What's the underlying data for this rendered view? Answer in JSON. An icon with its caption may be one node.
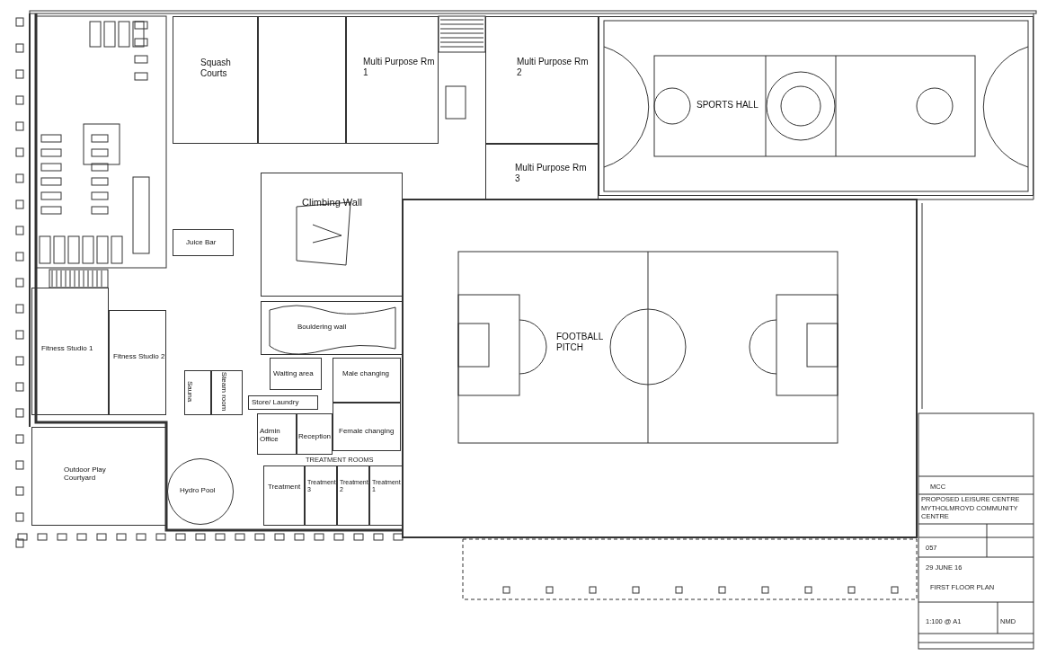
{
  "diagram": {
    "nodes": [
      {
        "text": [
          "Squash Courts"
        ]
      },
      {
        "text": [],
        "shape": "box"
      },
      {
        "text": [
          "Multi Purpose Rm 1"
        ]
      },
      {
        "text": [
          "Multi Purpose Rm 2"
        ]
      },
      {
        "text": [
          "Multi Purpose Rm 3"
        ]
      },
      {
        "text": [
          "SPORTS HALL"
        ]
      },
      {
        "text": [
          "Climbing Wall"
        ]
      },
      {
        "text": [
          "FOOTBALL PITCH"
        ]
      },
      {
        "text": [
          "Juice Bar"
        ]
      },
      {
        "text": [
          "Fitness Studio 1"
        ]
      },
      {
        "text": [
          "Fitness Studio 2"
        ]
      },
      {
        "text": [
          "Outdoor Play Courtyard"
        ]
      },
      {
        "text": [
          "Bouldering wall"
        ]
      },
      {
        "text": [
          "Sauna"
        ]
      },
      {
        "text": [
          "Steam room"
        ]
      },
      {
        "text": [
          "Waiting area"
        ]
      },
      {
        "text": [
          "Store/ Laundry"
        ]
      },
      {
        "text": [
          "Admin Office"
        ]
      },
      {
        "text": [
          "Reception"
        ]
      },
      {
        "text": [
          "Male changing"
        ]
      },
      {
        "text": [
          "Female changing"
        ]
      },
      {
        "text": [
          "Treatment"
        ]
      },
      {
        "text": [
          "Treatment 3"
        ]
      },
      {
        "text": [
          "Treatment 2"
        ]
      },
      {
        "text": [
          "Treatment 1"
        ]
      },
      {
        "text": [
          "Hydro Pool"
        ]
      }
    ],
    "labels": [
      "TREATMENT ROOMS",
      "MCC",
      "PROPOSED LEISURE CENTRE",
      "MYTHOLMROYD COMMUNITY CENTRE",
      "057",
      "29 JUNE 16",
      "FIRST FLOOR PLAN",
      "1:100 @ A1",
      "NMD"
    ]
  }
}
